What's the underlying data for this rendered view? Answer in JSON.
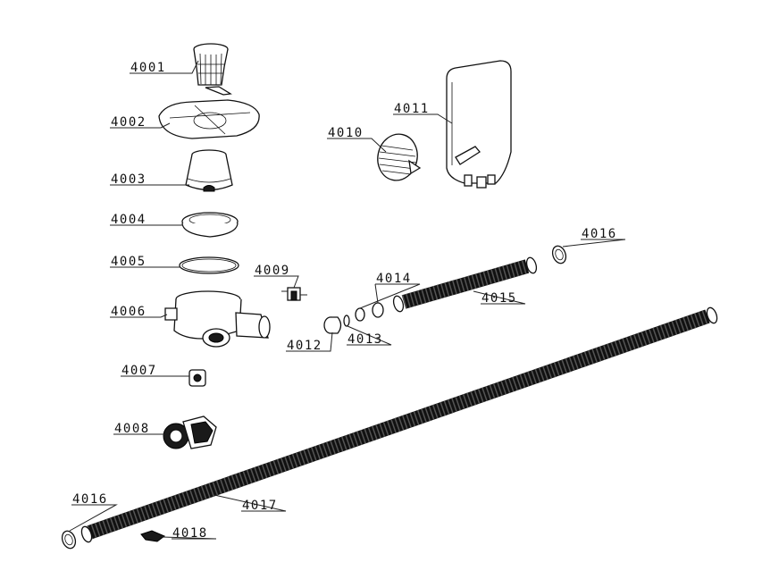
{
  "parts": [
    {
      "id": "p4001",
      "label": "4001"
    },
    {
      "id": "p4002",
      "label": "4002"
    },
    {
      "id": "p4003",
      "label": "4003"
    },
    {
      "id": "p4004",
      "label": "4004"
    },
    {
      "id": "p4005",
      "label": "4005"
    },
    {
      "id": "p4006",
      "label": "4006"
    },
    {
      "id": "p4007",
      "label": "4007"
    },
    {
      "id": "p4008",
      "label": "4008"
    },
    {
      "id": "p4009",
      "label": "4009"
    },
    {
      "id": "p4010",
      "label": "4010"
    },
    {
      "id": "p4011",
      "label": "4011"
    },
    {
      "id": "p4012",
      "label": "4012"
    },
    {
      "id": "p4013",
      "label": "4013"
    },
    {
      "id": "p4014",
      "label": "4014"
    },
    {
      "id": "p4015",
      "label": "4015"
    },
    {
      "id": "p4016a",
      "label": "4016"
    },
    {
      "id": "p4016b",
      "label": "4016"
    },
    {
      "id": "p4017",
      "label": "4017"
    },
    {
      "id": "p4018",
      "label": "4018"
    }
  ]
}
